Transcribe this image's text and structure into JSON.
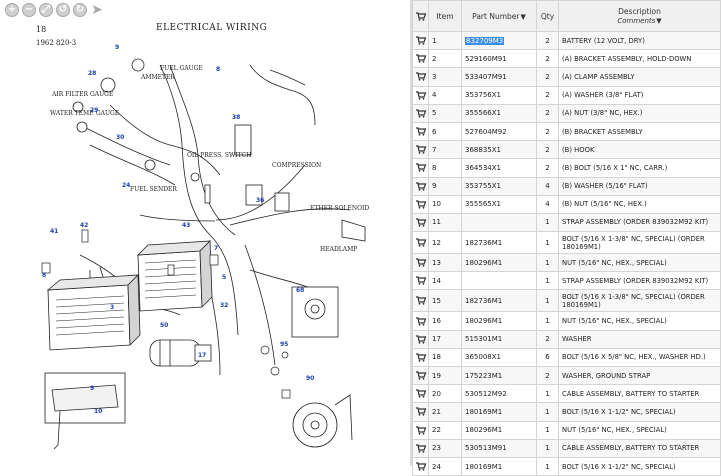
{
  "viewer": {
    "tools": [
      {
        "name": "zoom-in-icon",
        "glyph": "+"
      },
      {
        "name": "zoom-out-icon",
        "glyph": "−"
      },
      {
        "name": "fit-screen-icon",
        "glyph": "⤢"
      },
      {
        "name": "rotate-left-icon",
        "glyph": "↺"
      },
      {
        "name": "rotate-right-icon",
        "glyph": "↻"
      },
      {
        "name": "pointer-icon",
        "glyph": "➤"
      }
    ],
    "sheet": {
      "page_number": "18",
      "title": "ELECTRICAL WIRING",
      "code": "1962 820-3"
    },
    "labels": {
      "ammeter": "AMMETER",
      "fuel_gauge": "FUEL GAUGE",
      "air_filter_gauge": "AIR FILTER GAUGE",
      "water_temp_gauge": "WATER TEMP. GAUGE",
      "oil_press_switch": "OIL PRESS. SWITCH",
      "fuel_sender": "FUEL SENDER",
      "compression": "COMPRESSION",
      "ether_solenoid": "ETHER SOLENOID",
      "headlamp": "HEADLAMP"
    }
  },
  "table": {
    "headers": {
      "item": "Item",
      "part_number": "Part Number",
      "qty": "Qty",
      "description": "Description",
      "comments": "Comments"
    },
    "rows": [
      {
        "item": "1",
        "part": "832709M3",
        "qty": "2",
        "desc": "BATTERY (12 VOLT, DRY)",
        "selected": true
      },
      {
        "item": "2",
        "part": "529160M91",
        "qty": "2",
        "desc": "(A) BRACKET ASSEMBLY, HOLD-DOWN"
      },
      {
        "item": "3",
        "part": "533407M91",
        "qty": "2",
        "desc": "(A) CLAMP ASSEMBLY"
      },
      {
        "item": "4",
        "part": "353756X1",
        "qty": "2",
        "desc": "(A) WASHER (3/8\" FLAT)"
      },
      {
        "item": "5",
        "part": "355566X1",
        "qty": "2",
        "desc": "(A) NUT (3/8\" NC, HEX.)"
      },
      {
        "item": "6",
        "part": "527604M92",
        "qty": "2",
        "desc": "(B) BRACKET ASSEMBLY"
      },
      {
        "item": "7",
        "part": "368835X1",
        "qty": "2",
        "desc": "(B) HOOK"
      },
      {
        "item": "8",
        "part": "364534X1",
        "qty": "2",
        "desc": "(B) BOLT (5/16 X 1\" NC, CARR.)"
      },
      {
        "item": "9",
        "part": "353755X1",
        "qty": "4",
        "desc": "(B) WASHER (5/16\" FLAT)"
      },
      {
        "item": "10",
        "part": "355565X1",
        "qty": "4",
        "desc": "(B) NUT (5/16\" NC, HEX.)"
      },
      {
        "item": "11",
        "part": "",
        "qty": "1",
        "desc": "STRAP ASSEMBLY (ORDER 839032M92 KIT)"
      },
      {
        "item": "12",
        "part": "182736M1",
        "qty": "1",
        "desc": "BOLT (5/16 X 1-3/8\" NC, SPECIAL) (ORDER 180169M1)",
        "tall": true
      },
      {
        "item": "13",
        "part": "180296M1",
        "qty": "1",
        "desc": "NUT (5/16\" NC, HEX., SPECIAL)"
      },
      {
        "item": "14",
        "part": "",
        "qty": "1",
        "desc": "STRAP ASSEMBLY (ORDER 839032M92 KIT)"
      },
      {
        "item": "15",
        "part": "182736M1",
        "qty": "1",
        "desc": "BOLT (5/16 X 1-3/8\" NC, SPECIAL) (ORDER 180169M1)",
        "tall": true
      },
      {
        "item": "16",
        "part": "180296M1",
        "qty": "1",
        "desc": "NUT (5/16\" NC, HEX., SPECIAL)"
      },
      {
        "item": "17",
        "part": "515301M1",
        "qty": "2",
        "desc": "WASHER"
      },
      {
        "item": "18",
        "part": "365008X1",
        "qty": "6",
        "desc": "BOLT (5/16 X 5/8\" NC, HEX., WASHER HD.)"
      },
      {
        "item": "19",
        "part": "175223M1",
        "qty": "2",
        "desc": "WASHER, GROUND STRAP"
      },
      {
        "item": "20",
        "part": "530512M92",
        "qty": "1",
        "desc": "CABLE ASSEMBLY, BATTERY TO STARTER"
      },
      {
        "item": "21",
        "part": "180169M1",
        "qty": "1",
        "desc": "BOLT (5/16 X 1-1/2\" NC, SPECIAL)"
      },
      {
        "item": "22",
        "part": "180296M1",
        "qty": "1",
        "desc": "NUT (5/16\" NC, HEX., SPECIAL)"
      },
      {
        "item": "23",
        "part": "530513M91",
        "qty": "1",
        "desc": "CABLE ASSEMBLY, BATTERY TO STARTER"
      },
      {
        "item": "24",
        "part": "180169M1",
        "qty": "1",
        "desc": "BOLT (5/16 X 1-1/2\" NC, SPECIAL)"
      }
    ]
  }
}
